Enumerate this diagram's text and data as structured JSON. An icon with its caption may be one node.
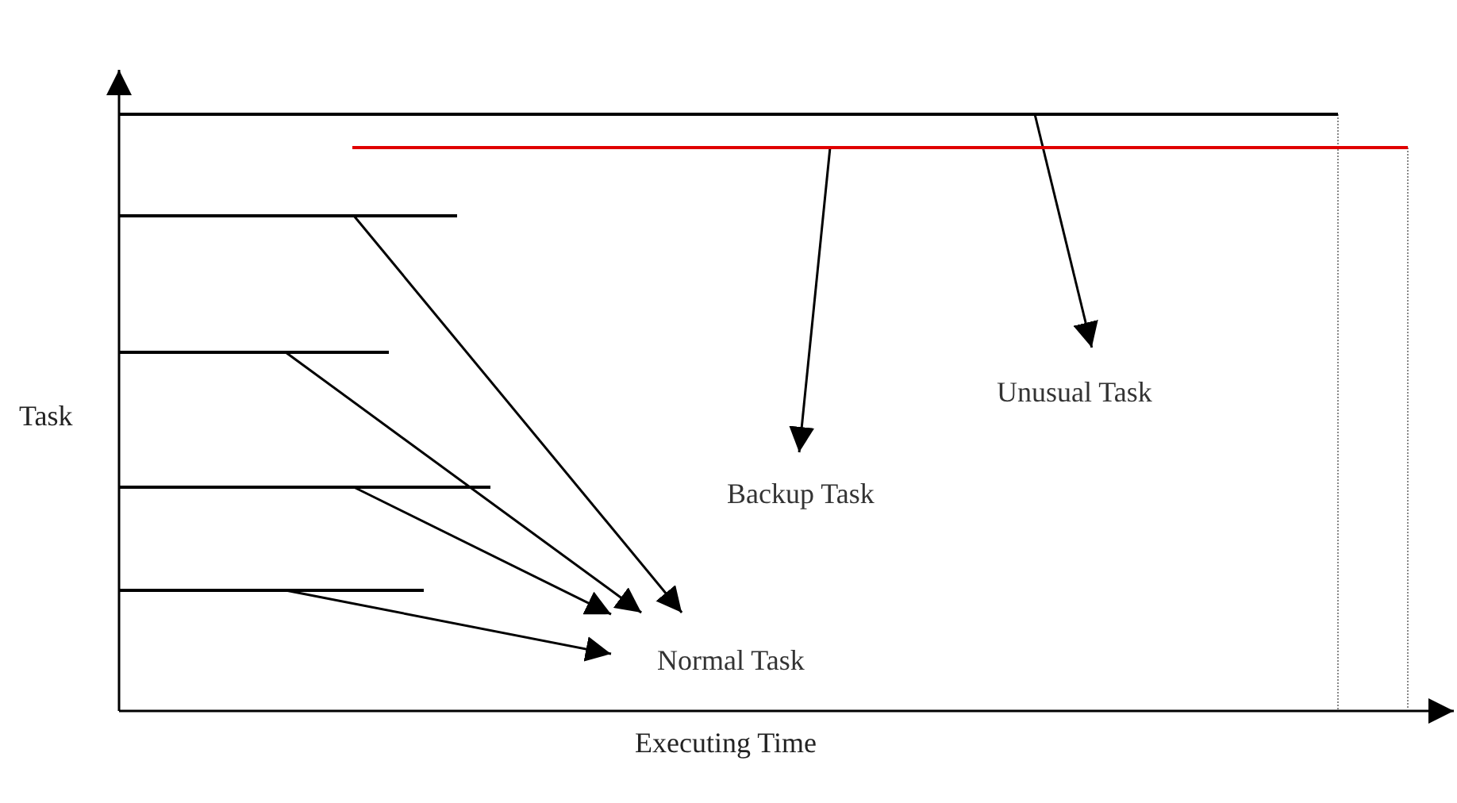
{
  "diagram": {
    "nodes": [
      {
        "text": [],
        "shape": "bar"
      },
      {
        "text": [],
        "shape": "bar"
      },
      {
        "text": [],
        "shape": "bar"
      },
      {
        "text": [],
        "shape": "bar"
      },
      {
        "text": [],
        "shape": "bar"
      },
      {
        "text": [],
        "shape": "bar"
      },
      {
        "text": [
          "Unusual Task"
        ]
      },
      {
        "text": [
          "Backup Task"
        ]
      },
      {
        "text": [
          "Normal Task"
        ]
      }
    ],
    "edges": [
      {
        "from": 0,
        "to": 6,
        "arrow": "to"
      },
      {
        "from": 1,
        "to": 7,
        "arrow": "to"
      },
      {
        "from": 2,
        "to": 8,
        "arrow": "to"
      },
      {
        "from": 3,
        "to": 8,
        "arrow": "to"
      },
      {
        "from": 4,
        "to": 8,
        "arrow": "to"
      },
      {
        "from": 5,
        "to": 8,
        "arrow": "to"
      }
    ],
    "labels": [
      "Task",
      "Executing Time"
    ]
  }
}
